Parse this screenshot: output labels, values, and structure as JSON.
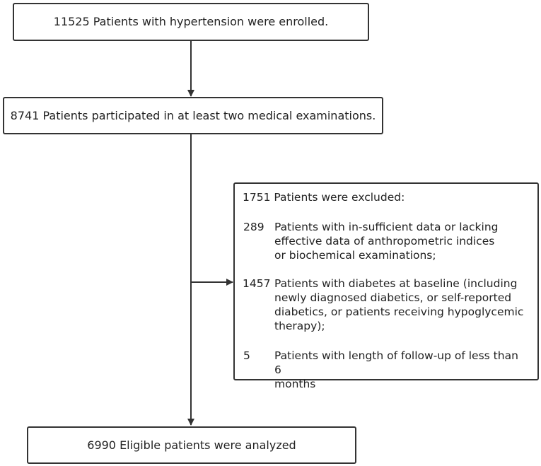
{
  "flow": {
    "enrolled": "11525 Patients with hypertension were enrolled.",
    "participated": "8741 Patients participated in at least two medical examinations.",
    "excluded": {
      "title": "1751 Patients were excluded:",
      "items": [
        {
          "count": "289",
          "reason": "Patients with in-sufficient data or lacking\neffective data of anthropometric indices\nor biochemical examinations;"
        },
        {
          "count": "1457",
          "reason": "Patients with diabetes at baseline (including\nnewly diagnosed diabetics, or self-reported\ndiabetics, or patients receiving hypoglycemic\ntherapy);"
        },
        {
          "count": "5",
          "reason": "Patients with length of follow-up of less than 6\nmonths"
        }
      ]
    },
    "analyzed": "6990 Eligible patients were analyzed"
  },
  "colors": {
    "line": "#333333",
    "text": "#222222",
    "background": "#ffffff"
  }
}
